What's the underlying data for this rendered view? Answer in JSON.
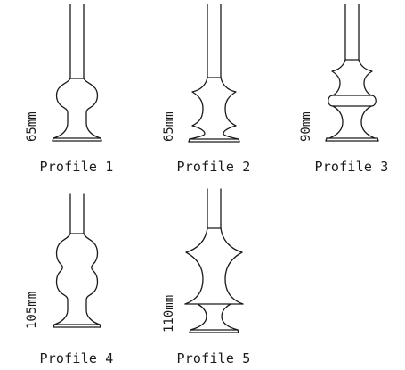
{
  "profiles": [
    {
      "label": "Profile 1",
      "height": "65mm"
    },
    {
      "label": "Profile 2",
      "height": "65mm"
    },
    {
      "label": "Profile 3",
      "height": "90mm"
    },
    {
      "label": "Profile 4",
      "height": "105mm"
    },
    {
      "label": "Profile 5",
      "height": "110mm"
    }
  ],
  "colors": {
    "stroke": "#1a1a1a",
    "background": "#ffffff"
  }
}
